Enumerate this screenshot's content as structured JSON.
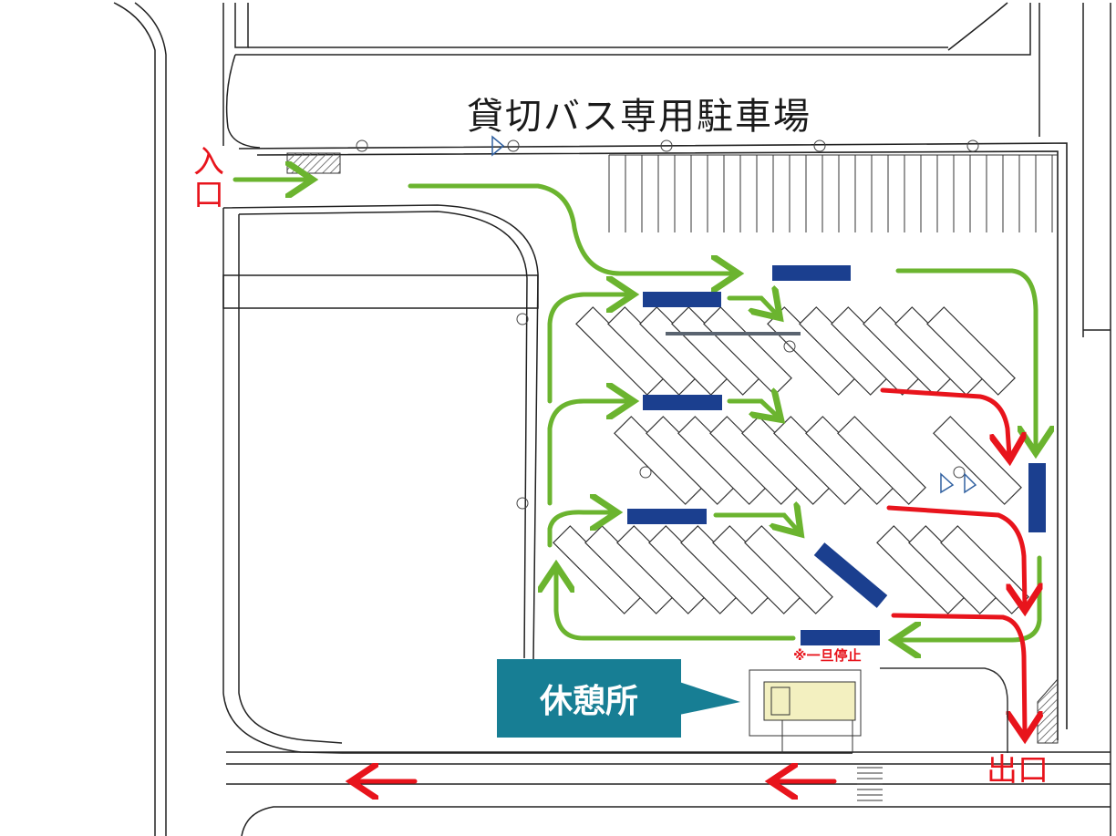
{
  "title": "貸切バス専用駐車場",
  "entrance_label": "入口",
  "exit_label": "出口",
  "stop_note": "※一旦停止",
  "rest_area_label": "休憩所",
  "colors": {
    "route_in": "#6bb42f",
    "route_out": "#e8141c",
    "bus_marker": "#1b3f8f",
    "callout": "#177e94",
    "building_fill": "#f3f0c0",
    "lines": "#222222"
  }
}
